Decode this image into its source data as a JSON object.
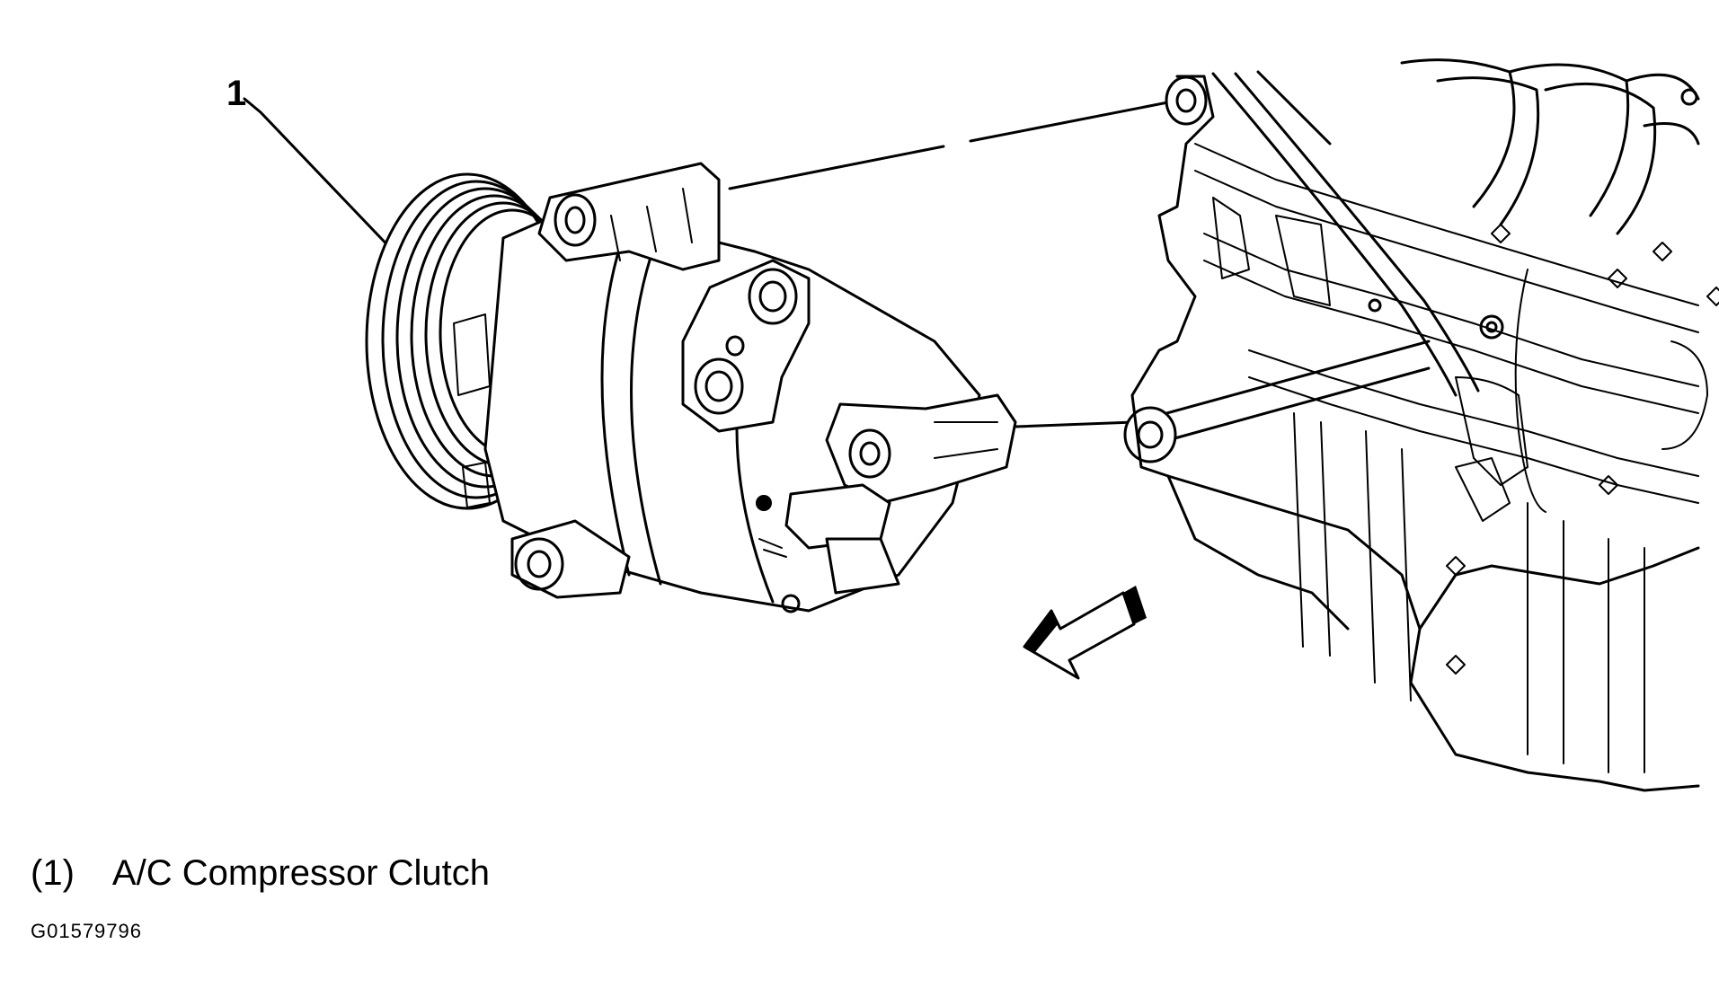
{
  "callouts": [
    {
      "number": "1"
    }
  ],
  "legend": [
    {
      "number": "(1)",
      "label": "A/C Compressor Clutch"
    }
  ],
  "figure_id": "G01579796",
  "icons": {
    "direction_arrow": "front-arrow-icon"
  },
  "colors": {
    "ink": "#000000",
    "background": "#ffffff"
  }
}
